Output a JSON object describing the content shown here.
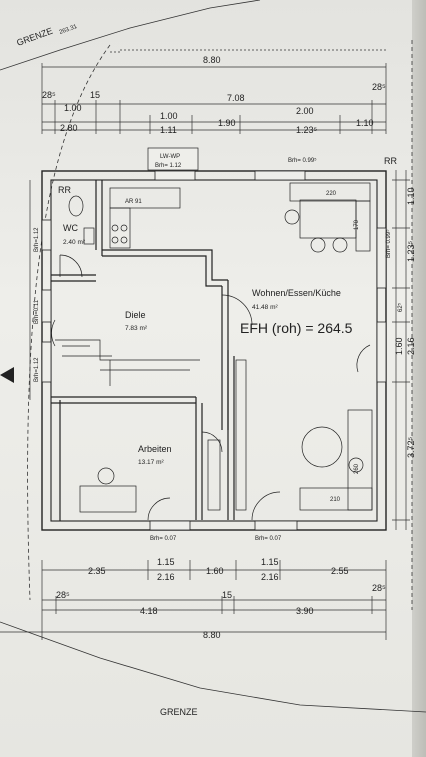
{
  "site": {
    "boundary_top": "GRENZE",
    "boundary_top_value": "263.31",
    "boundary_bottom": "GRENZE"
  },
  "dims_top": {
    "overall": "8.80",
    "row2_a": "28⁵",
    "row2_b": "15",
    "row2_c": "7.08",
    "row2_d": "28⁵",
    "row3_a": "1.00",
    "row3_b": "1.00",
    "row3_c": "2.00",
    "row4_a": "2.80",
    "row4_b": "1.11",
    "row4_c": "1.90",
    "row4_d": "1.23⁵",
    "row4_e": "1.10"
  },
  "dims_bottom": {
    "row1_a": "2.35",
    "row1_b": "1.15",
    "row1_c": "1.60",
    "row1_d": "1.15",
    "row1_e": "2.55",
    "row1_b2": "2.16",
    "row1_d2": "2.16",
    "row2_a": "28⁵",
    "row2_b": "15",
    "row2_c": "28⁵",
    "row3_a": "4.18",
    "row3_b": "3.90",
    "overall": "8.80"
  },
  "dims_left": {
    "a": "Brh=1.12",
    "b": "Brh=0.11",
    "c": "Brh=1.12"
  },
  "dims_right": {
    "a": "1.10",
    "b": "1.23⁵",
    "c": "62⁵",
    "d": "1.60",
    "e": "2.16",
    "f": "3.72⁵",
    "window_label": "Brh= 0.99⁵"
  },
  "labels": {
    "rr_left": "RR",
    "rr_right": "RR",
    "lw_wp": "LW-WP",
    "lw_wp_brh": "Brh= 1.12",
    "brh_top_right": "Brh= 0.99⁵",
    "ar": "AR 91",
    "counter_220": "220",
    "counter_170": "170",
    "sofa_260": "260",
    "sofa_210": "210",
    "brh_bottom_left": "Brh= 0.07",
    "brh_bottom_right": "Brh= 0.07",
    "efh": "EFH (roh) = 264.5"
  },
  "rooms": {
    "wc": {
      "name": "WC",
      "area": "2.40 m²"
    },
    "diele": {
      "name": "Diele",
      "area": "7.83 m²"
    },
    "wohnen": {
      "name": "Wohnen/Essen/Küche",
      "area": "41.48 m²"
    },
    "arbeiten": {
      "name": "Arbeiten",
      "area": "13.17 m²"
    }
  }
}
